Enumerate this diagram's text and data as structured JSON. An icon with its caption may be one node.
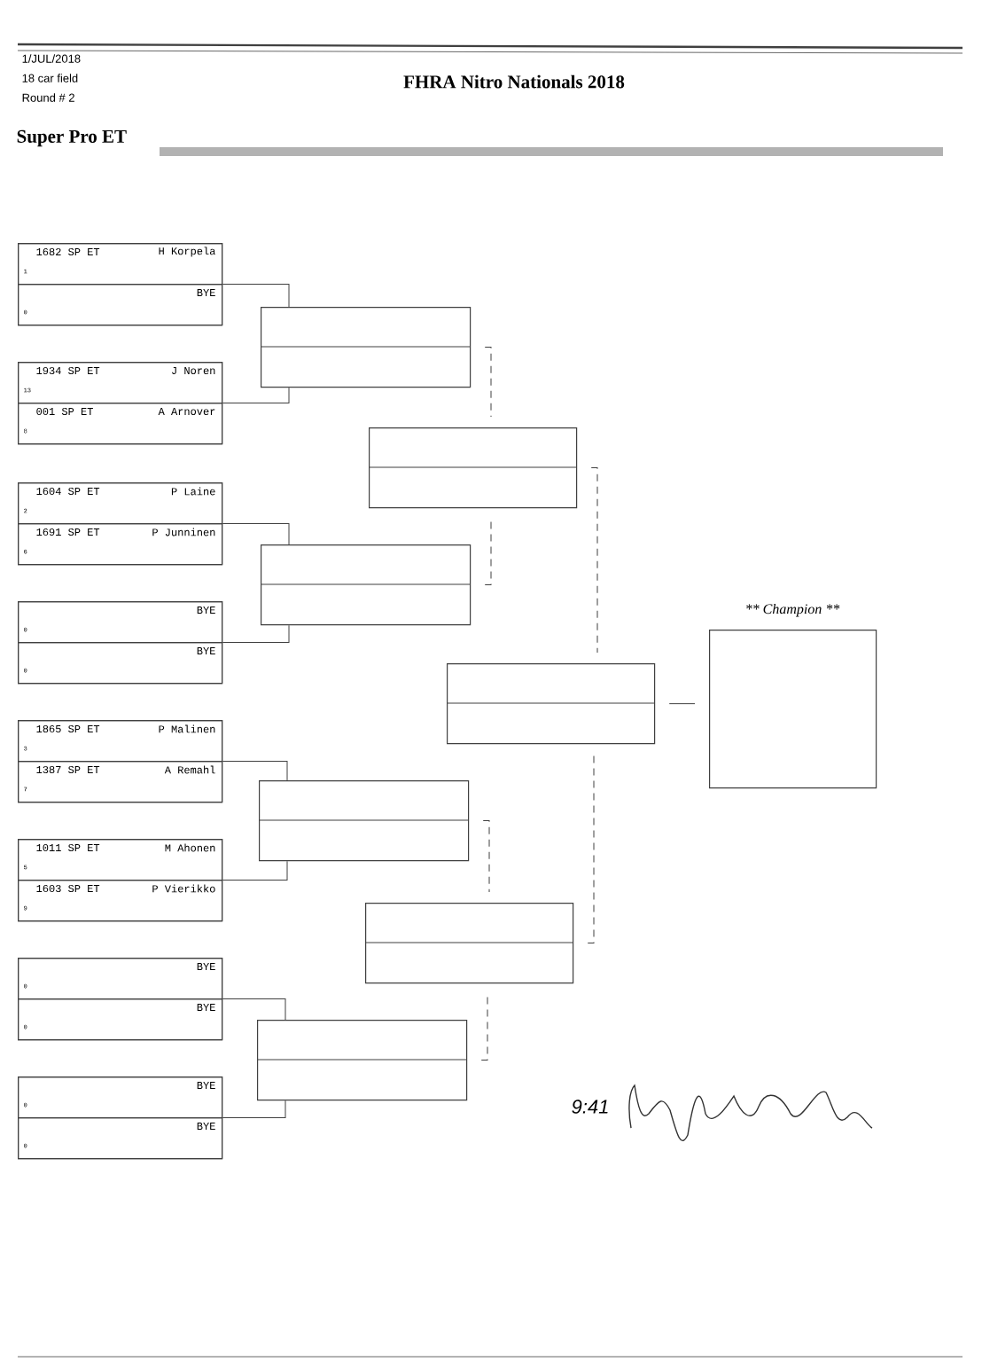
{
  "diagram": {
    "title": "FHRA Nitro Nationals 2018",
    "nodes": [
      {
        "text": [],
        "shape": "box"
      },
      {
        "text": [
          "1682 SP ET",
          "H Korpela",
          "1"
        ],
        "in": 0
      },
      {
        "text": [
          "BYE",
          "0"
        ],
        "in": 0
      },
      {
        "text": [],
        "shape": "box"
      },
      {
        "text": [
          "1934 SP ET",
          "J Noren",
          "13"
        ],
        "in": 3
      },
      {
        "text": [
          "001 SP ET",
          "A Arnover",
          "8"
        ],
        "in": 3
      },
      {
        "text": [],
        "shape": "box"
      },
      {
        "text": [
          "1604 SP ET",
          "P Laine",
          "2"
        ],
        "in": 6
      },
      {
        "text": [
          "1691 SP ET",
          "P Junninen",
          "6"
        ],
        "in": 6
      },
      {
        "text": [],
        "shape": "box"
      },
      {
        "text": [
          "BYE",
          "0"
        ],
        "in": 9
      },
      {
        "text": [
          "BYE",
          "0"
        ],
        "in": 9
      },
      {
        "text": [],
        "shape": "box"
      },
      {
        "text": [
          "1865 SP ET",
          "P Malinen",
          "3"
        ],
        "in": 12
      },
      {
        "text": [
          "1387 SP ET",
          "A Remahl",
          "7"
        ],
        "in": 12
      },
      {
        "text": [],
        "shape": "box"
      },
      {
        "text": [
          "1011 SP ET",
          "M Ahonen",
          "5"
        ],
        "in": 15
      },
      {
        "text": [
          "1603 SP ET",
          "P Vierikko",
          "9"
        ],
        "in": 15
      },
      {
        "text": [],
        "shape": "box"
      },
      {
        "text": [
          "BYE",
          "0"
        ],
        "in": 18
      },
      {
        "text": [
          "BYE",
          "0"
        ],
        "in": 18
      },
      {
        "text": [],
        "shape": "box"
      },
      {
        "text": [
          "BYE",
          "0"
        ],
        "in": 21
      },
      {
        "text": [
          "BYE",
          "0"
        ],
        "in": 21
      },
      {
        "text": [],
        "shape": "box"
      },
      {
        "text": [],
        "shape": "box"
      },
      {
        "text": [],
        "shape": "box"
      },
      {
        "text": [],
        "shape": "box"
      },
      {
        "text": [],
        "shape": "box"
      },
      {
        "text": [],
        "shape": "box"
      },
      {
        "text": [],
        "shape": "box"
      },
      {
        "text": [
          "** Champion **"
        ]
      }
    ],
    "edges": [
      {
        "from": 0,
        "to": 24,
        "arrow": "none"
      },
      {
        "from": 3,
        "to": 24,
        "arrow": "none"
      },
      {
        "from": 6,
        "to": 25,
        "arrow": "none"
      },
      {
        "from": 9,
        "to": 25,
        "arrow": "none"
      },
      {
        "from": 12,
        "to": 26,
        "arrow": "none"
      },
      {
        "from": 15,
        "to": 26,
        "arrow": "none"
      },
      {
        "from": 18,
        "to": 27,
        "arrow": "none"
      },
      {
        "from": 21,
        "to": 27,
        "arrow": "none"
      },
      {
        "from": 24,
        "to": 28,
        "arrow": "none",
        "style": "dashed"
      },
      {
        "from": 25,
        "to": 28,
        "arrow": "none",
        "style": "dashed"
      },
      {
        "from": 26,
        "to": 29,
        "arrow": "none",
        "style": "dashed"
      },
      {
        "from": 27,
        "to": 29,
        "arrow": "none",
        "style": "dashed"
      },
      {
        "from": 28,
        "to": 30,
        "arrow": "none",
        "style": "dashed"
      },
      {
        "from": 29,
        "to": 30,
        "arrow": "none",
        "style": "dashed"
      },
      {
        "from": 30,
        "to": 31,
        "arrow": "none"
      }
    ],
    "labels": [
      "1/JUL/2018",
      "18 car field",
      "Round # 2",
      "Super Pro ET",
      "9:41"
    ]
  }
}
